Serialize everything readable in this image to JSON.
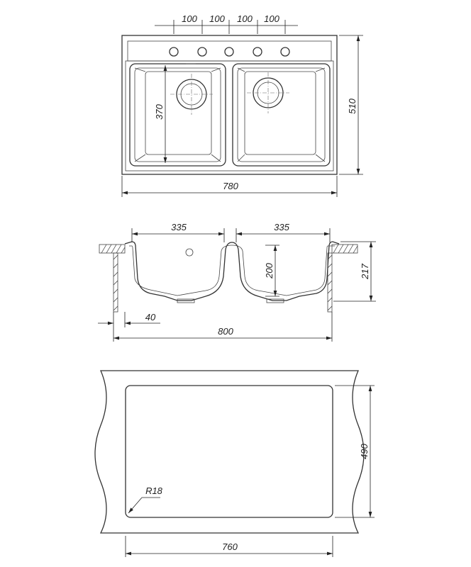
{
  "top_view": {
    "tap_hole_spacing": [
      "100",
      "100",
      "100",
      "100"
    ],
    "bowl_length": "370",
    "overall_depth": "510",
    "overall_width": "780"
  },
  "section_view": {
    "bowl_width_left": "335",
    "bowl_width_right": "335",
    "bowl_depth": "200",
    "overall_height": "217",
    "rim_overhang": "40",
    "overall_width": "800"
  },
  "cutout_view": {
    "corner_radius": "R18",
    "cutout_depth": "490",
    "cutout_width": "760"
  },
  "colors": {
    "line": "#333333",
    "background": "#ffffff"
  }
}
